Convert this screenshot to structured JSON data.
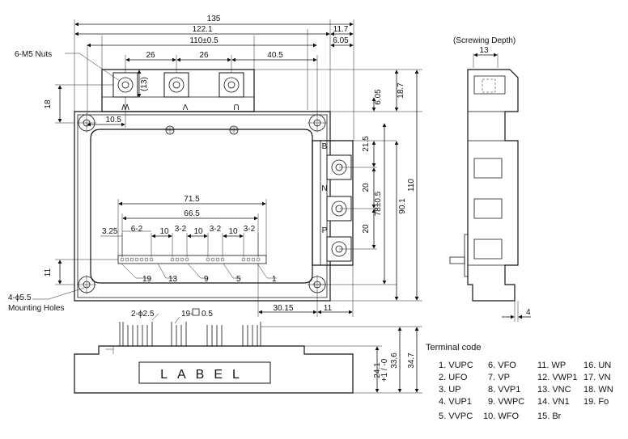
{
  "top_view": {
    "dims": {
      "overall_width": "135",
      "d122": "122.1",
      "d117": "11.7",
      "d110": "110±0.5",
      "d605a": "6.05",
      "d26a": "26",
      "d26b": "26",
      "d405": "40.5",
      "d13": "(13)",
      "d18": "18",
      "d105": "10.5",
      "d605b": "6.05",
      "d187": "18.7",
      "d215": "21.5",
      "d20a": "20",
      "d20b": "20",
      "d78": "78±0.5",
      "d901": "90.1",
      "d110v": "110",
      "d715": "71.5",
      "d665": "66.5",
      "d325": "3.25",
      "d62": "6-2",
      "d10a": "10",
      "d32a": "3-2",
      "d10b": "10",
      "d32b": "3-2",
      "d10c": "10",
      "d32c": "3-2",
      "d11a": "11",
      "d3015": "30.15",
      "d11b": "11"
    },
    "labels": {
      "nuts": "6-M5 Nuts",
      "holes_a": "4-ϕ5.5",
      "holes_b": "Mounting Holes",
      "term_w": "W",
      "term_v": "V",
      "term_u": "U",
      "term_b": "B",
      "term_n": "N",
      "term_p": "P",
      "pin19": "19",
      "pin13": "13",
      "pin9": "9",
      "pin5": "5",
      "pin1": "1"
    }
  },
  "side_view": {
    "title": "(Screwing Depth)",
    "d13": "13",
    "d4": "4"
  },
  "front_view": {
    "d2phi": "2-ϕ2.5",
    "d19sq": "19-",
    "d05": "0.5",
    "d24": "24.1",
    "d24tol": "+1 / -0",
    "d336": "33.6",
    "d347": "34.7",
    "label": "LABEL"
  },
  "terminal_code": {
    "title": "Terminal code",
    "columns": [
      [
        "1. VUPC",
        "2. UFO",
        "3. UP",
        "4. VUP1",
        "5. VVPC"
      ],
      [
        "6. VFO",
        "7. VP",
        "8. VVP1",
        "9. VWPC",
        "10. WFO"
      ],
      [
        "11. WP",
        "12. VWP1",
        "13. VNC",
        "14. VN1",
        "15. Br"
      ],
      [
        "16. UN",
        "17. VN",
        "18. WN",
        "19. Fo"
      ]
    ]
  }
}
